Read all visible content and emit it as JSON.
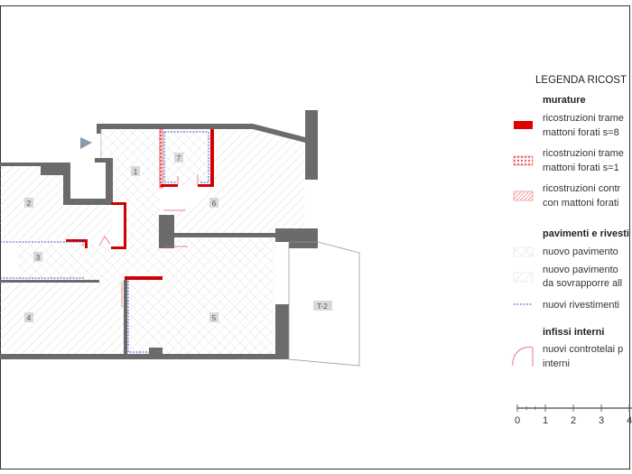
{
  "rooms": {
    "r1": "1",
    "r2": "2",
    "r3": "3",
    "r4": "4",
    "r5": "5",
    "r6": "6",
    "r7": "7",
    "t2": "T-2"
  },
  "legend": {
    "title": "LEGENDA RICOST",
    "murature": "murature",
    "m1": [
      "ricostruzioni trame",
      "mattoni forati s=8"
    ],
    "m2": [
      "ricostruzioni trame",
      "mattoni forati s=1"
    ],
    "m3": [
      "ricostruzioni contr",
      "con mattoni forati"
    ],
    "pavimenti": "pavimenti e rivesti",
    "p1": "nuovo pavimento",
    "p2": [
      "nuovo pavimento",
      "da sovrapporre all"
    ],
    "p3": "nuovi rivestimenti",
    "infissi": "infissi interni",
    "i1": [
      "nuovi controtelai p",
      "interni"
    ]
  },
  "scale": {
    "ticks": [
      "0",
      "1",
      "2",
      "3",
      "4"
    ]
  },
  "colors": {
    "wall": "#6b6b6b",
    "new_wall": "#d10000",
    "cladding": "#3355cc",
    "entry_arrow": "#8a9aa8"
  }
}
